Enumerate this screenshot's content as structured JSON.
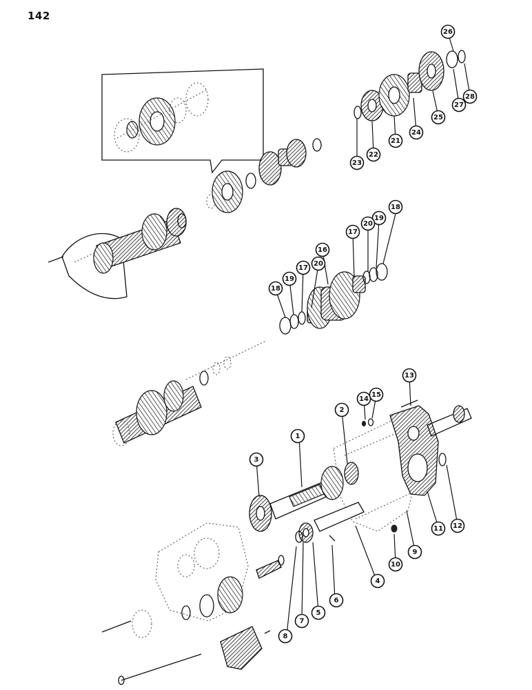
{
  "page": {
    "number": "142"
  },
  "callouts": [
    {
      "n": "1"
    },
    {
      "n": "2"
    },
    {
      "n": "3"
    },
    {
      "n": "4"
    },
    {
      "n": "5"
    },
    {
      "n": "6"
    },
    {
      "n": "7"
    },
    {
      "n": "8"
    },
    {
      "n": "9"
    },
    {
      "n": "10"
    },
    {
      "n": "11"
    },
    {
      "n": "12"
    },
    {
      "n": "13"
    },
    {
      "n": "14"
    },
    {
      "n": "15"
    },
    {
      "n": "16"
    },
    {
      "n": "17"
    },
    {
      "n": "17"
    },
    {
      "n": "18"
    },
    {
      "n": "18"
    },
    {
      "n": "19"
    },
    {
      "n": "19"
    },
    {
      "n": "20"
    },
    {
      "n": "20"
    },
    {
      "n": "21"
    },
    {
      "n": "22"
    },
    {
      "n": "23"
    },
    {
      "n": "24"
    },
    {
      "n": "25"
    },
    {
      "n": "26"
    },
    {
      "n": "27"
    },
    {
      "n": "28"
    }
  ]
}
